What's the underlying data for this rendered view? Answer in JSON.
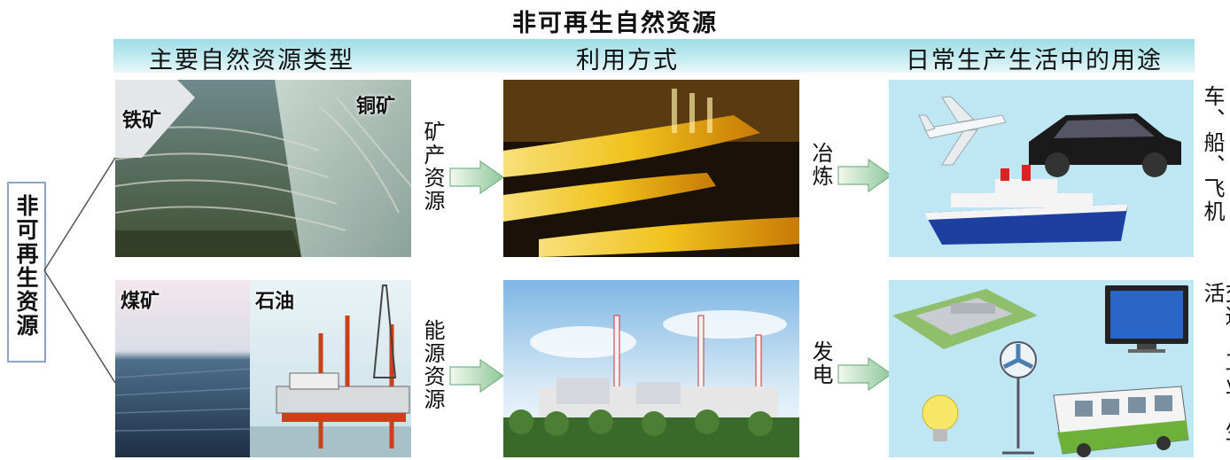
{
  "title": "非可再生自然资源",
  "columns": {
    "types": "主要自然资源类型",
    "usage": "利用方式",
    "daily": "日常生产生活中的用途"
  },
  "root_label": "非可再生资源",
  "rows": [
    {
      "photo_labels": [
        "铁矿",
        "铜矿"
      ],
      "resource_label": "矿产资源",
      "method_label": "冶炼",
      "use_label": "车、船、飞机"
    },
    {
      "photo_labels": [
        "煤矿",
        "石油"
      ],
      "resource_label": "能源资源",
      "method_label": "发电",
      "use_label": "交通、工业、生活"
    }
  ]
}
